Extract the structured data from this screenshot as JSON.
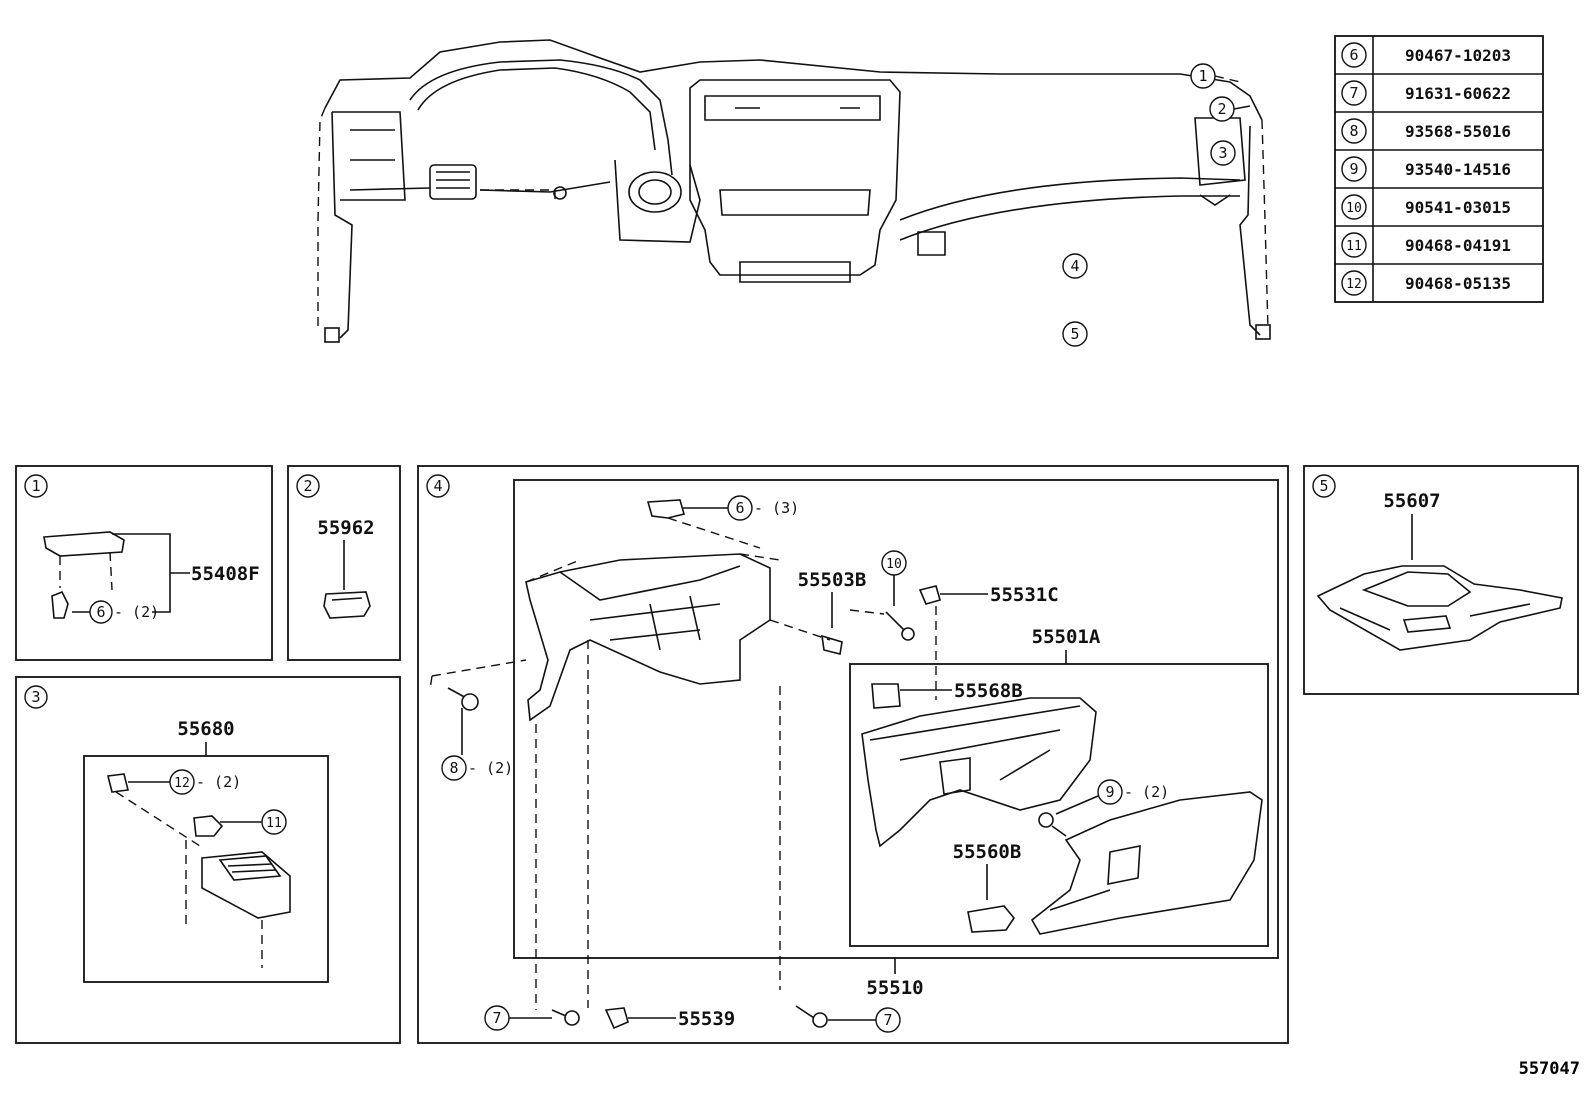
{
  "diagram_number": "557047",
  "callouts": [
    "1",
    "2",
    "3",
    "4",
    "5"
  ],
  "parts_table": [
    {
      "ref": "6",
      "part": "90467-10203"
    },
    {
      "ref": "7",
      "part": "91631-60622"
    },
    {
      "ref": "8",
      "part": "93568-55016"
    },
    {
      "ref": "9",
      "part": "93540-14516"
    },
    {
      "ref": "10",
      "part": "90541-03015"
    },
    {
      "ref": "11",
      "part": "90468-04191"
    },
    {
      "ref": "12",
      "part": "90468-05135"
    }
  ],
  "panel1": {
    "ref": "1",
    "part": "55408F",
    "clip_ref": "6",
    "clip_qty": "(2)"
  },
  "panel2": {
    "ref": "2",
    "part": "55962"
  },
  "panel3": {
    "ref": "3",
    "part": "55680",
    "clip_ref": "12",
    "clip_qty": "(2)",
    "nut_ref": "11"
  },
  "panel4": {
    "ref": "4",
    "top_clip_ref": "6",
    "top_clip_qty": "(3)",
    "bolt_ref": "8",
    "bolt_qty": "(2)",
    "p55503B": "55503B",
    "screw_ref": "10",
    "p55531C": "55531C",
    "p55501A": "55501A",
    "p55568B": "55568B",
    "screw9_ref": "9",
    "screw9_qty": "(2)",
    "p55560B": "55560B",
    "p55510": "55510",
    "p55539": "55539",
    "screw7_left": "7",
    "screw7_right": "7"
  },
  "panel5": {
    "ref": "5",
    "part": "55607"
  }
}
